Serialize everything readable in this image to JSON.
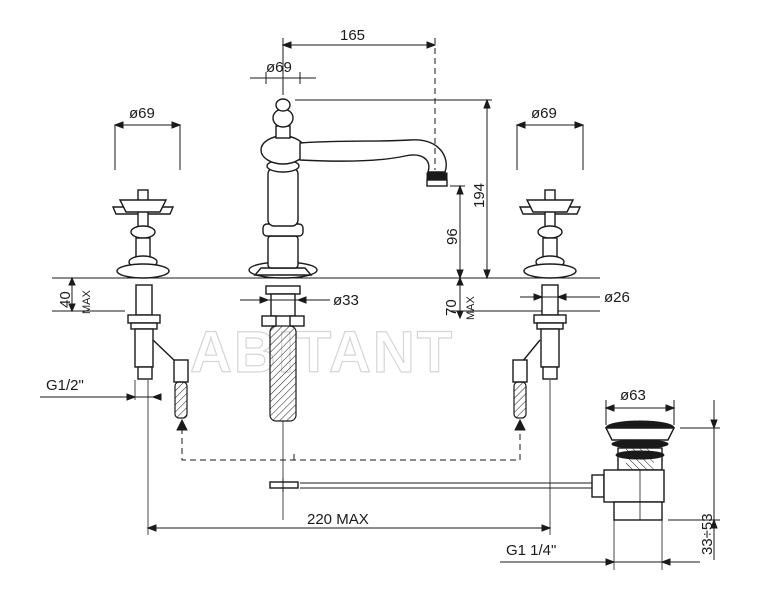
{
  "watermark": "ABITANT",
  "dimensions": {
    "spout_reach": "165",
    "spout_base_dia": "ø69",
    "left_handle_dia": "ø69",
    "right_handle_dia": "ø69",
    "total_height": "194",
    "spout_height": "96",
    "deck_left_max": "40",
    "deck_left_max_label": "MAX",
    "deck_center_max": "70",
    "deck_center_max_label": "MAX",
    "center_hole_dia": "ø33",
    "side_hole_dia": "ø26",
    "inlet_thread": "G1/2\"",
    "waste_dia": "ø63",
    "waste_height": "33÷53",
    "centers_max": "220 MAX",
    "waste_thread": "G1  1/4\""
  }
}
